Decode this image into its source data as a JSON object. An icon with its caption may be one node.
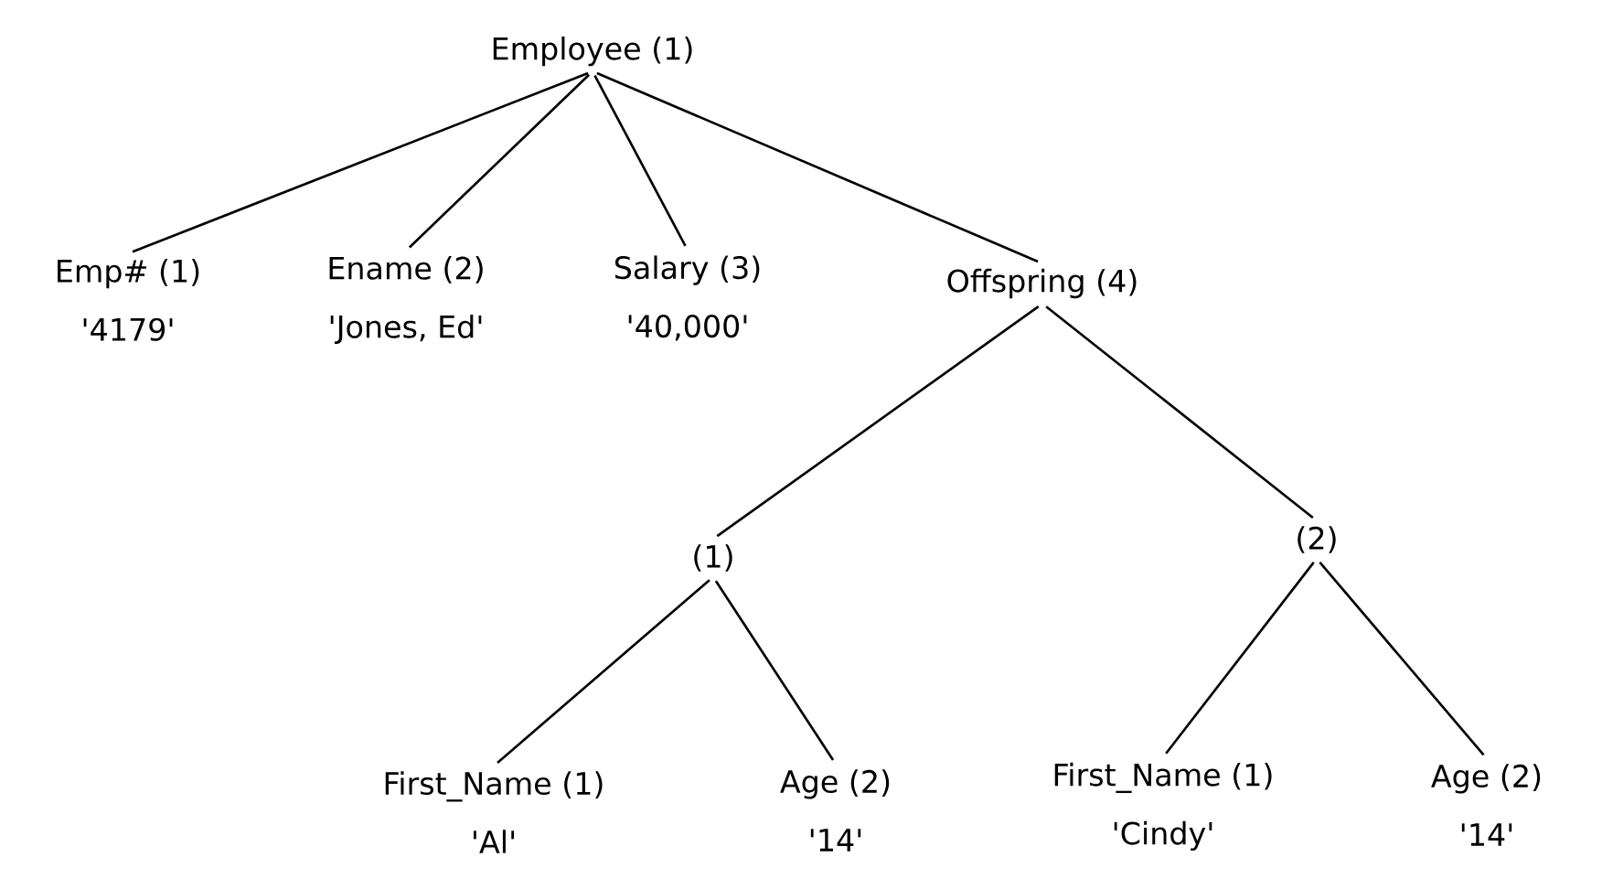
{
  "diagram": {
    "nodes": [
      {
        "text": [
          "Employee (1)"
        ]
      },
      {
        "text": [
          "Emp# (1)",
          "'4179'"
        ]
      },
      {
        "text": [
          "Ename (2)",
          "'Jones, Ed'"
        ]
      },
      {
        "text": [
          "Salary (3)",
          "'40,000'"
        ]
      },
      {
        "text": [
          "Offspring (4)"
        ]
      },
      {
        "text": [
          "(1)"
        ]
      },
      {
        "text": [
          "(2)"
        ]
      },
      {
        "text": [
          "First_Name (1)",
          "'Al'"
        ]
      },
      {
        "text": [
          "Age (2)",
          "'14'"
        ]
      },
      {
        "text": [
          "First_Name (1)",
          "'Cindy'"
        ]
      },
      {
        "text": [
          "Age (2)",
          "'14'"
        ]
      }
    ],
    "edges": [
      {
        "from": 0,
        "to": 1,
        "arrow": "none"
      },
      {
        "from": 0,
        "to": 2,
        "arrow": "none"
      },
      {
        "from": 0,
        "to": 3,
        "arrow": "none"
      },
      {
        "from": 0,
        "to": 4,
        "arrow": "none"
      },
      {
        "from": 4,
        "to": 5,
        "arrow": "none"
      },
      {
        "from": 4,
        "to": 6,
        "arrow": "none"
      },
      {
        "from": 5,
        "to": 7,
        "arrow": "none"
      },
      {
        "from": 5,
        "to": 8,
        "arrow": "none"
      },
      {
        "from": 6,
        "to": 9,
        "arrow": "none"
      },
      {
        "from": 6,
        "to": 10,
        "arrow": "none"
      }
    ]
  }
}
